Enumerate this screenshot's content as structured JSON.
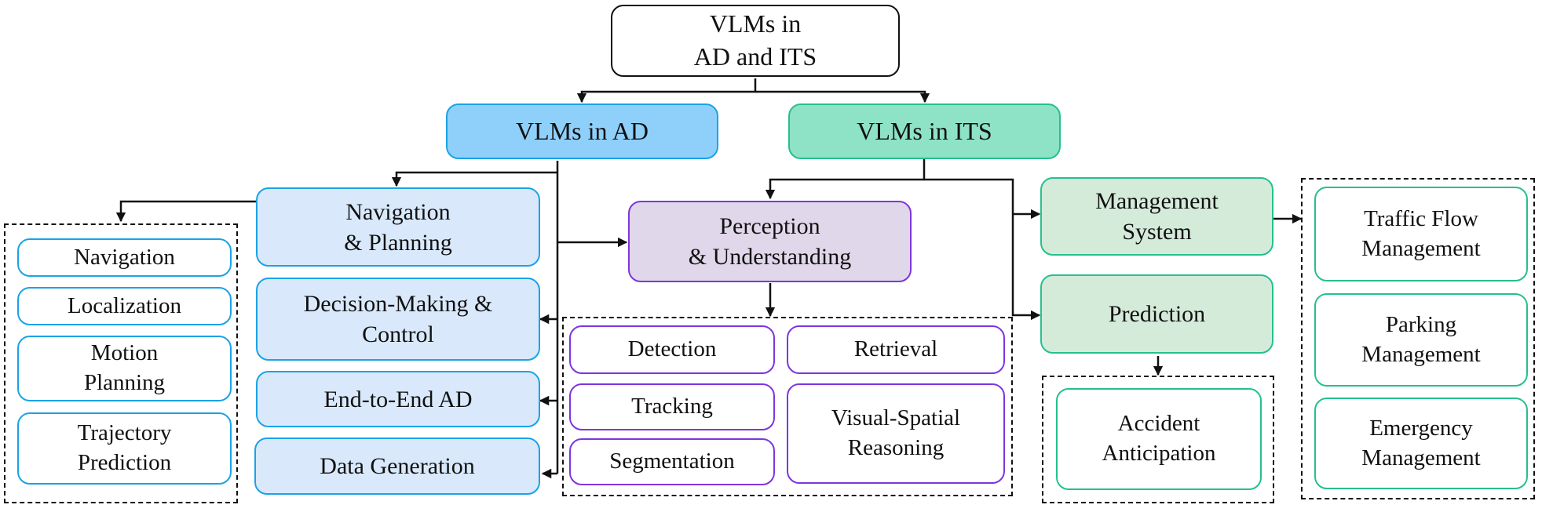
{
  "diagram": {
    "root": {
      "label": "VLMs in\nAD and ITS"
    },
    "ad": {
      "label": "VLMs in AD",
      "navigation_planning": {
        "label": "Navigation\n& Planning",
        "children": [
          "Navigation",
          "Localization",
          "Motion\nPlanning",
          "Trajectory\nPrediction"
        ]
      },
      "decision_control": {
        "label": "Decision-Making &\nControl"
      },
      "end_to_end": {
        "label": "End-to-End AD"
      },
      "data_generation": {
        "label": "Data Generation"
      }
    },
    "its": {
      "label": "VLMs in ITS",
      "management_system": {
        "label": "Management\nSystem",
        "children": [
          "Traffic Flow\nManagement",
          "Parking\nManagement",
          "Emergency\nManagement"
        ]
      },
      "prediction": {
        "label": "Prediction",
        "children": [
          "Accident\nAnticipation"
        ]
      }
    },
    "perception": {
      "label": "Perception\n& Understanding",
      "children": [
        "Detection",
        "Retrieval",
        "Tracking",
        "Visual-Spatial\nReasoning",
        "Segmentation"
      ]
    }
  },
  "colors": {
    "ad_accent": "#1aa3e6",
    "ad_fill": "#8fd0fb",
    "ad_sub_fill": "#d9e9fb",
    "its_accent": "#25c08f",
    "its_fill": "#8ee2c5",
    "its_sub_fill": "#d5ebda",
    "perception_accent": "#7d35df",
    "perception_fill": "#e1d7ea"
  }
}
